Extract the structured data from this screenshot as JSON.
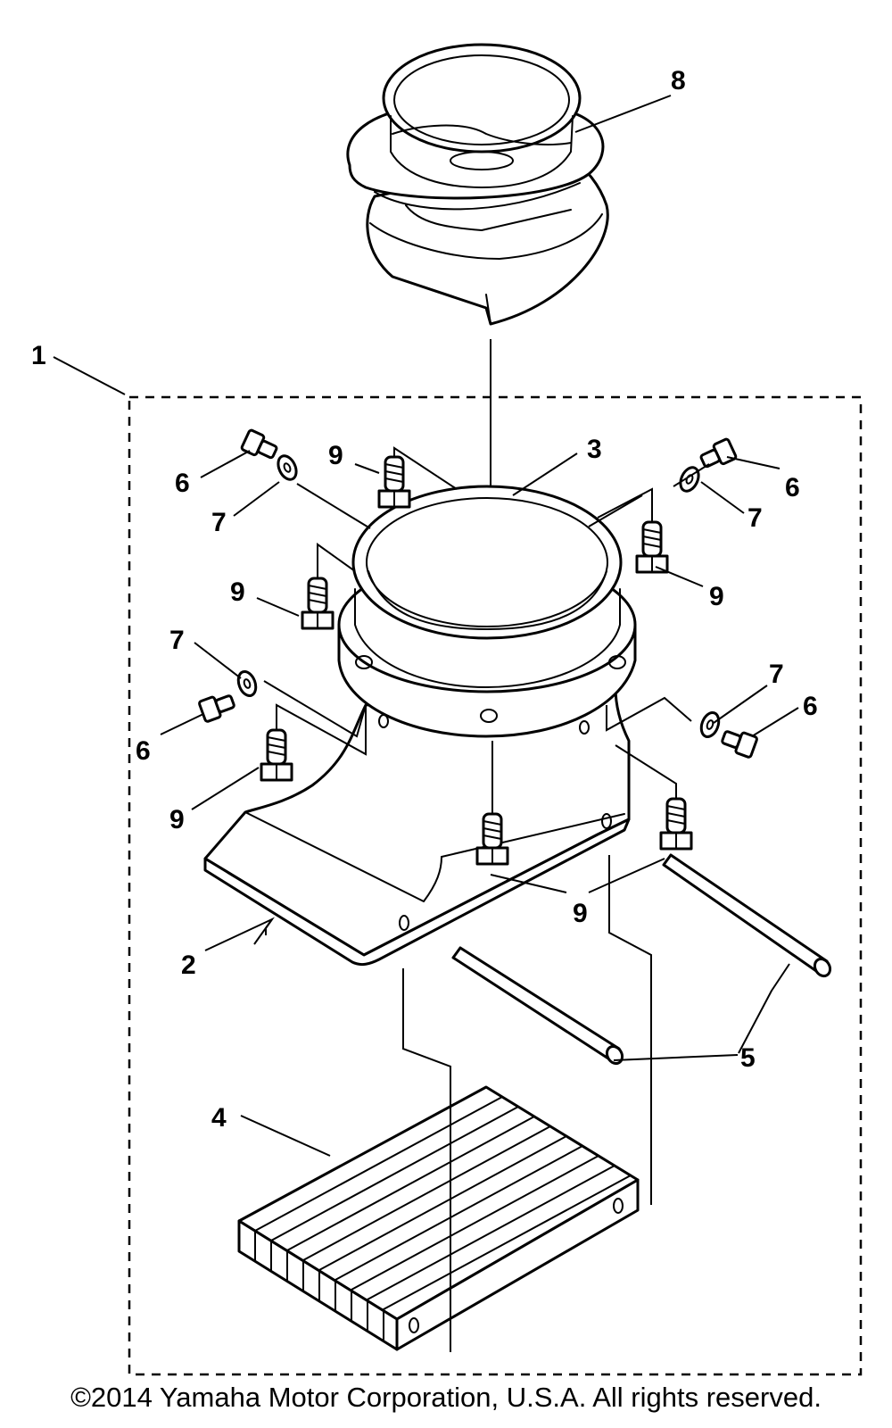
{
  "callouts": {
    "c1": "1",
    "c2": "2",
    "c3": "3",
    "c4": "4",
    "c5": "5",
    "c6a": "6",
    "c6b": "6",
    "c6c": "6",
    "c6d": "6",
    "c7a": "7",
    "c7b": "7",
    "c7c": "7",
    "c7d": "7",
    "c8": "8",
    "c9a": "9",
    "c9b": "9",
    "c9c": "9",
    "c9d": "9",
    "c9e": "9"
  },
  "copyright": "©2014 Yamaha Motor Corporation, U.S.A. All rights reserved."
}
